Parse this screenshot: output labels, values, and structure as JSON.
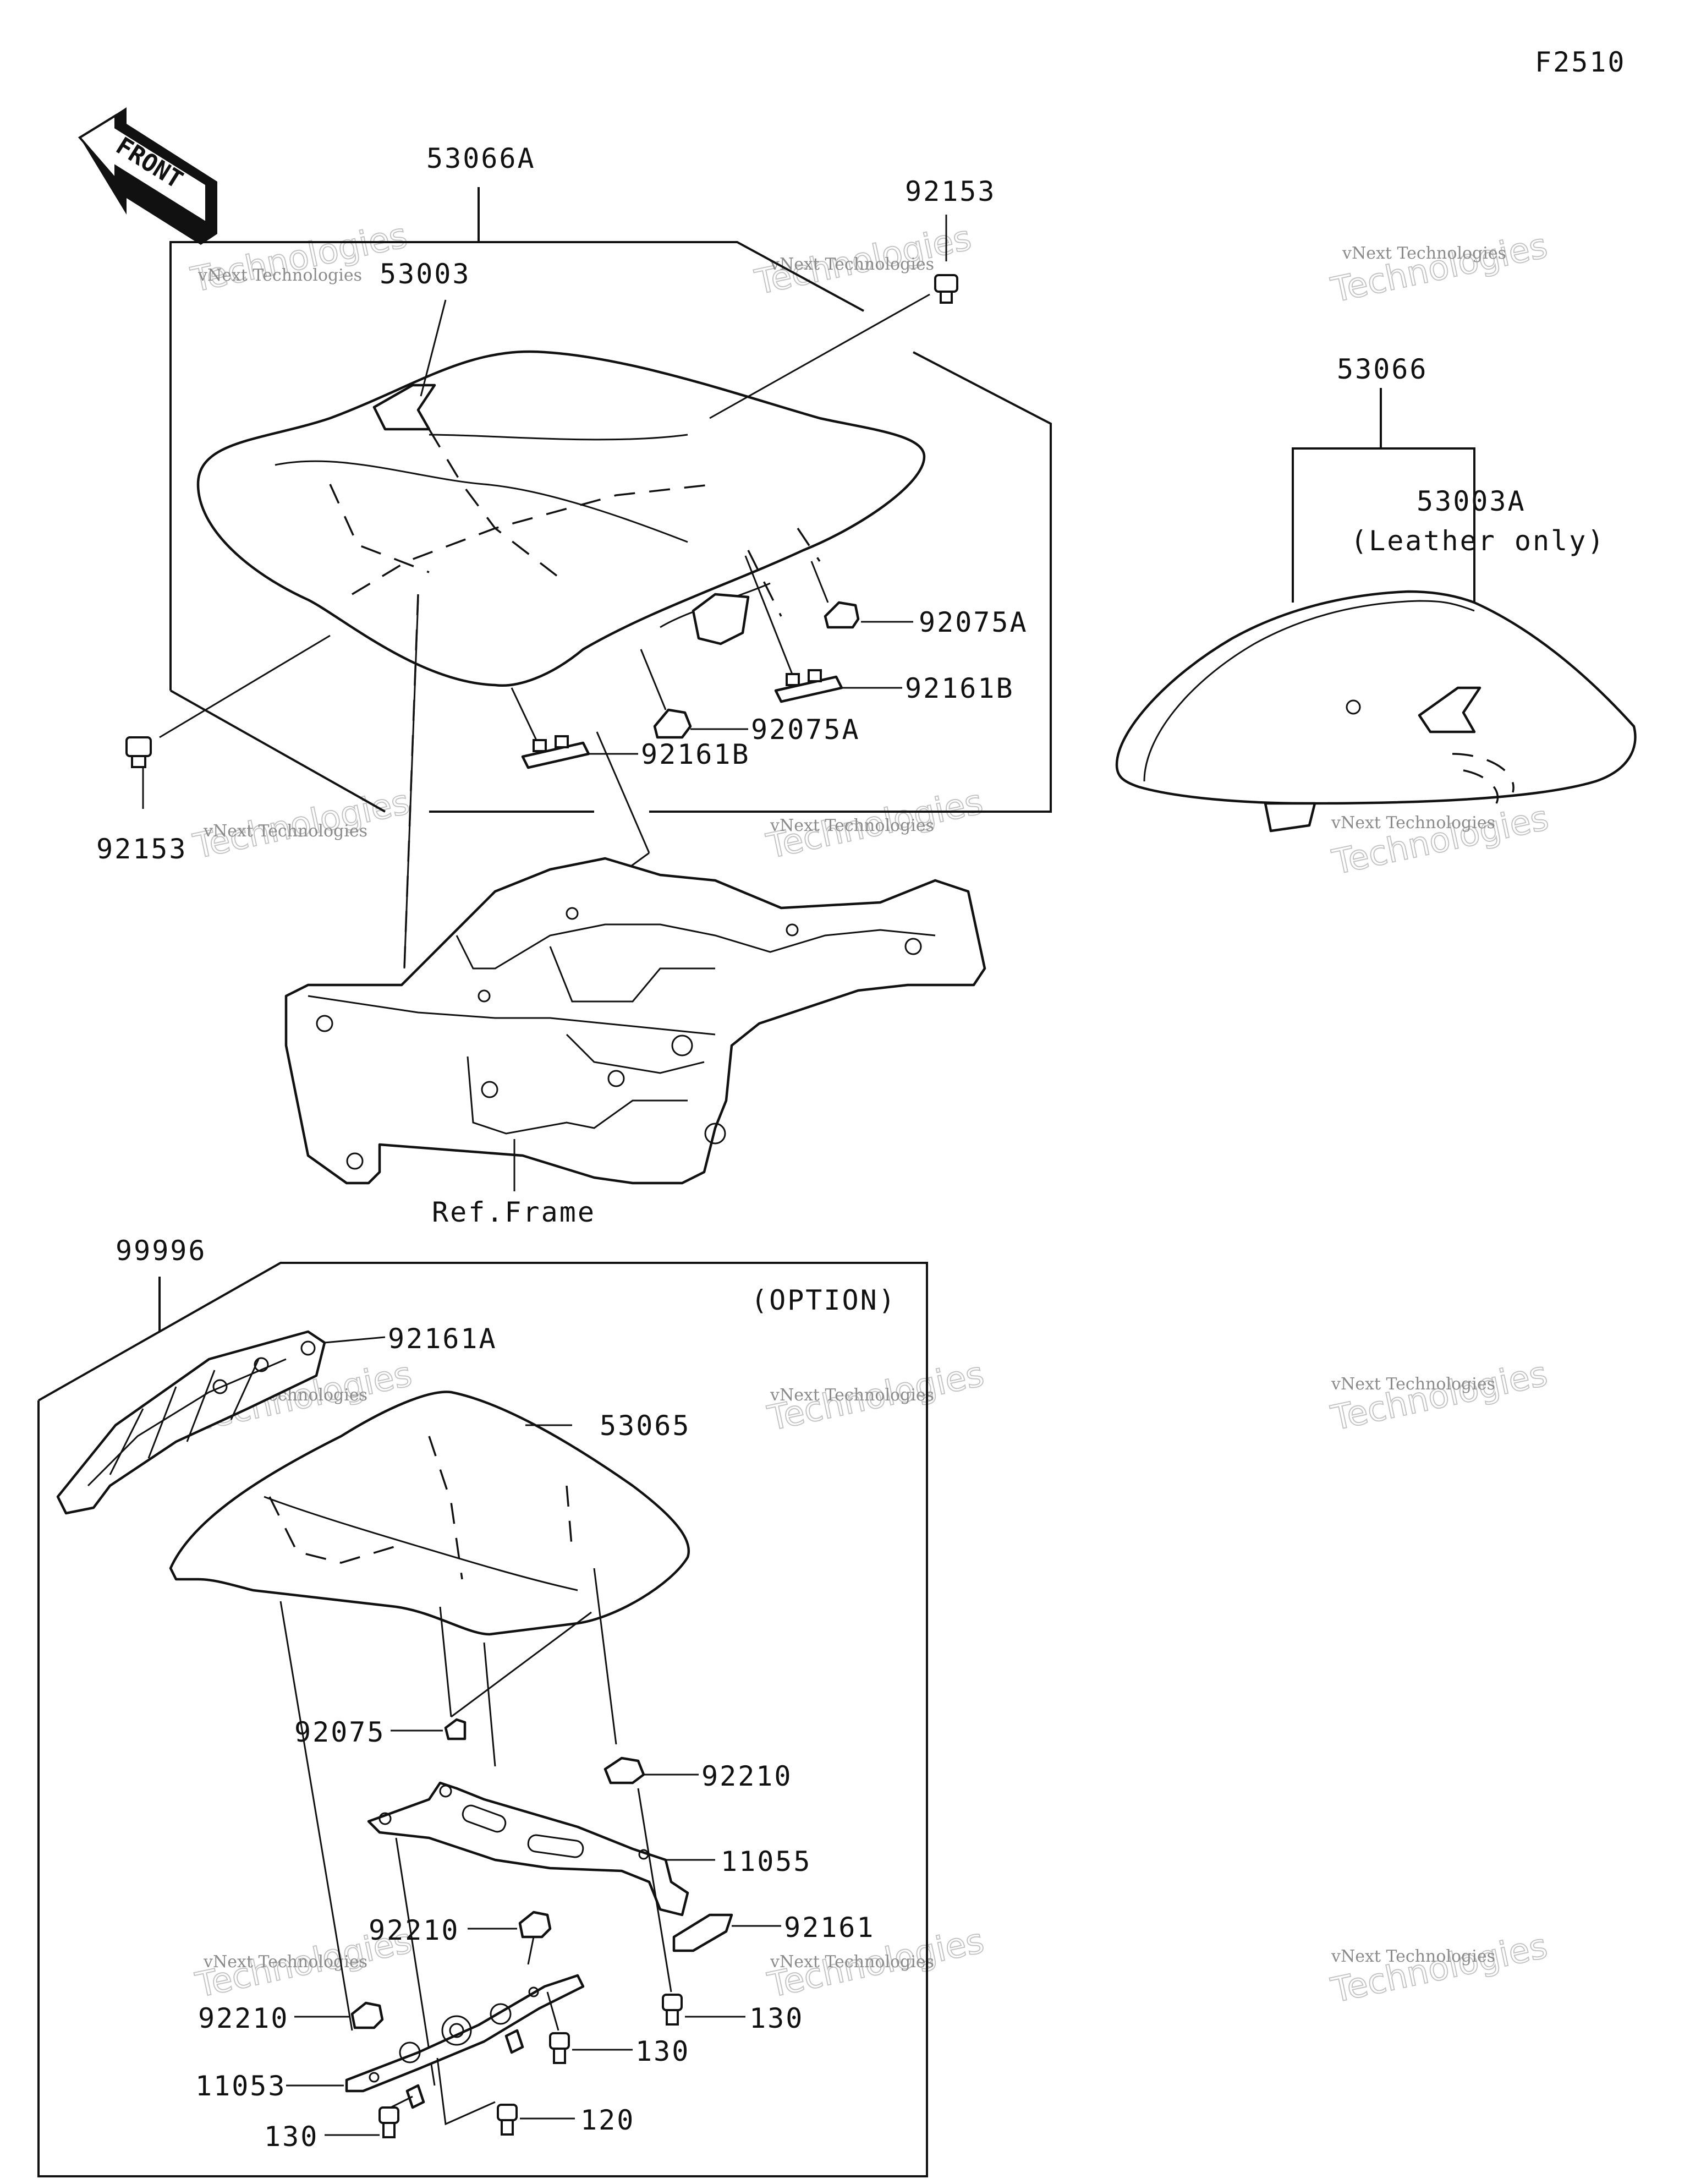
{
  "figure_code": "F2510",
  "front_label": "FRONT",
  "labels": {
    "p53066A": "53066A",
    "p53003": "53003",
    "p92153_top": "92153",
    "p92153_left": "92153",
    "p92075A_1": "92075A",
    "p92075A_2": "92075A",
    "p92161B_1": "92161B",
    "p92161B_2": "92161B",
    "p53066": "53066",
    "p53003A": "53003A",
    "leather_note": "(Leather only)",
    "ref_frame": "Ref.Frame",
    "p99996": "99996",
    "option": "(OPTION)",
    "p92161A": "92161A",
    "p53065": "53065",
    "p92075": "92075",
    "p92210_a": "92210",
    "p11055": "11055",
    "p92161": "92161",
    "p92210_b": "92210",
    "p92210_c": "92210",
    "p130_a": "130",
    "p130_b": "130",
    "p11053": "11053",
    "p130_c": "130",
    "p120": "120"
  },
  "watermark": {
    "small": "vNext Technologies",
    "big": "Technologies",
    "big2": "vNext"
  }
}
